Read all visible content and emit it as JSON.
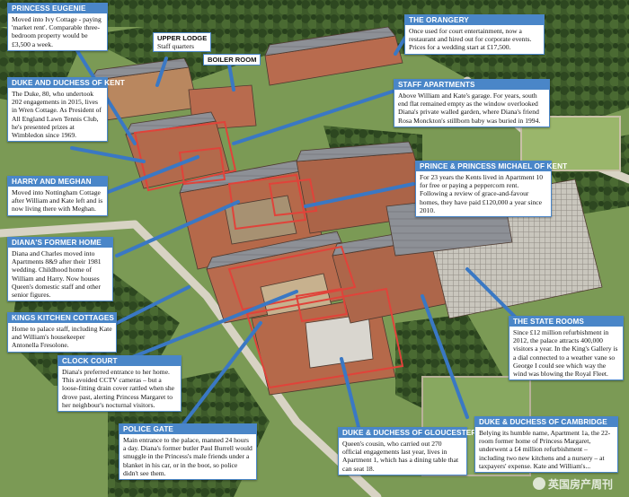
{
  "colors": {
    "accent": "#4a86c8",
    "outline": "#e0433a",
    "grass": "#7b9a55",
    "trees": "#2f4a22",
    "roof": "#8c8f94",
    "brick": "#b86b4e"
  },
  "labels": [
    {
      "title": "Princess Eugenie",
      "text": "Moved into Ivy Cottage - paying 'market rent'. Comparable three-bedroom property would be £3,500 a week."
    },
    {
      "title": "Duke and Duchess of Kent",
      "text": "The Duke, 80, who undertook 202 engagements in 2015, lives in Wren Cottage. As President of All England Lawn Tennis Club, he's presented prizes at Wimbledon since 1969."
    },
    {
      "title": "Harry and Meghan",
      "text": "Moved into Nottingham Cottage after William and Kate left and is now living there with Meghan."
    },
    {
      "title": "Diana's former home",
      "text": "Diana and Charles moved into Apartments 8&9 after their 1981 wedding. Childhood home of William and Harry. Now houses Queen's domestic staff and other senior figures."
    },
    {
      "title": "Kings Kitchen Cottages",
      "text": "Home to palace staff, including Kate and William's housekeeper Antonella Fresolone."
    },
    {
      "title": "Clock Court",
      "text": "Diana's preferred entrance to her home. This avoided CCTV cameras – but a loose-fitting drain cover rattled when she drove past, alerting Princess Margaret to her neighbour's nocturnal visitors."
    },
    {
      "title": "Police Gate",
      "text": "Main entrance to the palace, manned 24 hours a day. Diana's former butler Paul Burrell would smuggle in the Princess's male friends under a blanket in his car, or in the boot, so police didn't see them."
    },
    {
      "title": "Duke & Duchess of Gloucester",
      "text": "Queen's cousin, who carried out 270 official engagements last year, lives in Apartment 1, which has a dining table that can seat 18."
    },
    {
      "title": "Duke & Duchess of Cambridge",
      "text": "Belying its humble name, Apartment 1a, the 22-room former home of Princess Margaret, underwent a £4 million refurbishment – including two new kitchens and a nursery – at taxpayers' expense. Kate and William's..."
    },
    {
      "title": "The State Rooms",
      "text": "Since £12 million refurbishment in 2012, the palace attracts 400,000 visitors a year. In the King's Gallery is a dial connected to a weather vane so George I could see which way the wind was blowing the Royal Fleet."
    },
    {
      "title": "Prince & Princess Michael of Kent",
      "text": "For 23 years the Kents lived in Apartment 10 for free or paying a peppercorn rent. Following a review of grace-and-favour homes, they have paid £120,000 a year since 2010."
    },
    {
      "title": "Staff apartments",
      "text": "Above William and Kate's garage. For years, south end flat remained empty as the window overlooked Diana's private walled garden, where Diana's friend Rosa Monckton's stillborn baby was buried in 1994."
    },
    {
      "title": "The Orangery",
      "text": "Once used for court entertainment, now a restaurant and hired out for corporate events. Prices for a wedding start at £17,500."
    }
  ],
  "tags": {
    "upper_lodge": {
      "title": "Upper Lodge",
      "sub": "Staff quarters"
    },
    "boiler_room": {
      "title": "Boiler Room"
    }
  },
  "watermark": "英国房产周刊"
}
